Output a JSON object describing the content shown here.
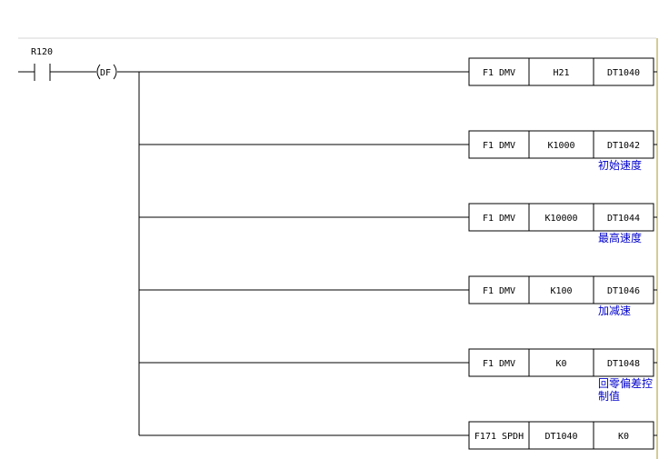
{
  "relay": {
    "contact": "R120",
    "edge_instruction": "DF"
  },
  "rungs": [
    {
      "instruction": "F1 DMV",
      "operand1": "H21",
      "operand2": "DT1040",
      "comment": []
    },
    {
      "instruction": "F1 DMV",
      "operand1": "K1000",
      "operand2": "DT1042",
      "comment": [
        "初始速度"
      ]
    },
    {
      "instruction": "F1 DMV",
      "operand1": "K10000",
      "operand2": "DT1044",
      "comment": [
        "最高速度"
      ]
    },
    {
      "instruction": "F1 DMV",
      "operand1": "K100",
      "operand2": "DT1046",
      "comment": [
        "加减速"
      ]
    },
    {
      "instruction": "F1 DMV",
      "operand1": "K0",
      "operand2": "DT1048",
      "comment": [
        "回零偏差控",
        "制值"
      ]
    },
    {
      "instruction": "F171 SPDH",
      "operand1": "DT1040",
      "operand2": "K0",
      "comment": []
    }
  ],
  "colors": {
    "comment": "#0000cc",
    "rail": "#a89a2a",
    "line": "#000000"
  }
}
